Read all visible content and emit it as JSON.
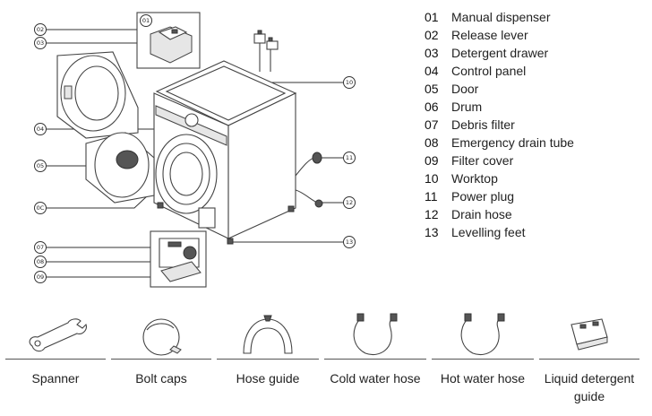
{
  "legend": [
    {
      "num": "01",
      "label": "Manual dispenser"
    },
    {
      "num": "02",
      "label": "Release lever"
    },
    {
      "num": "03",
      "label": "Detergent drawer"
    },
    {
      "num": "04",
      "label": "Control panel"
    },
    {
      "num": "05",
      "label": "Door"
    },
    {
      "num": "06",
      "label": "Drum"
    },
    {
      "num": "07",
      "label": "Debris filter"
    },
    {
      "num": "08",
      "label": "Emergency drain tube"
    },
    {
      "num": "09",
      "label": "Filter cover"
    },
    {
      "num": "10",
      "label": "Worktop"
    },
    {
      "num": "11",
      "label": "Power plug"
    },
    {
      "num": "12",
      "label": "Drain hose"
    },
    {
      "num": "13",
      "label": "Levelling feet"
    }
  ],
  "callouts": {
    "c01": "01",
    "c02": "02",
    "c03": "03",
    "c04": "04",
    "c05": "05",
    "c06": "0C",
    "c07": "07",
    "c08": "08",
    "c09": "09",
    "c10": "10",
    "c11": "11",
    "c12": "12",
    "c13": "13"
  },
  "accessories": [
    {
      "label": "Spanner",
      "icon": "spanner-icon"
    },
    {
      "label": "Bolt caps",
      "icon": "bolt-cap-icon"
    },
    {
      "label": "Hose guide",
      "icon": "hose-guide-icon"
    },
    {
      "label": "Cold water hose",
      "icon": "cold-water-hose-icon"
    },
    {
      "label": "Hot water hose",
      "icon": "hot-water-hose-icon"
    },
    {
      "label": "Liquid detergent guide",
      "icon": "liquid-detergent-guide-icon"
    }
  ]
}
